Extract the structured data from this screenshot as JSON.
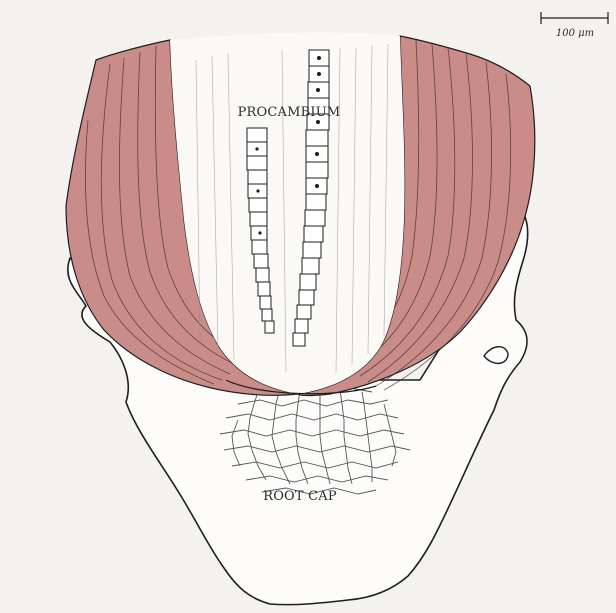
{
  "labels": {
    "procambium": "PROCAMBIUM",
    "root_cap": "ROOT CAP"
  },
  "scale_bar": {
    "label": "100 μm"
  },
  "colors": {
    "background": "#f4f2ef",
    "cortex_fill": "#c98c88",
    "tissue_fill": "#fbf9f6",
    "outline": "#1e1e1e",
    "cell_lines": "#555555"
  }
}
